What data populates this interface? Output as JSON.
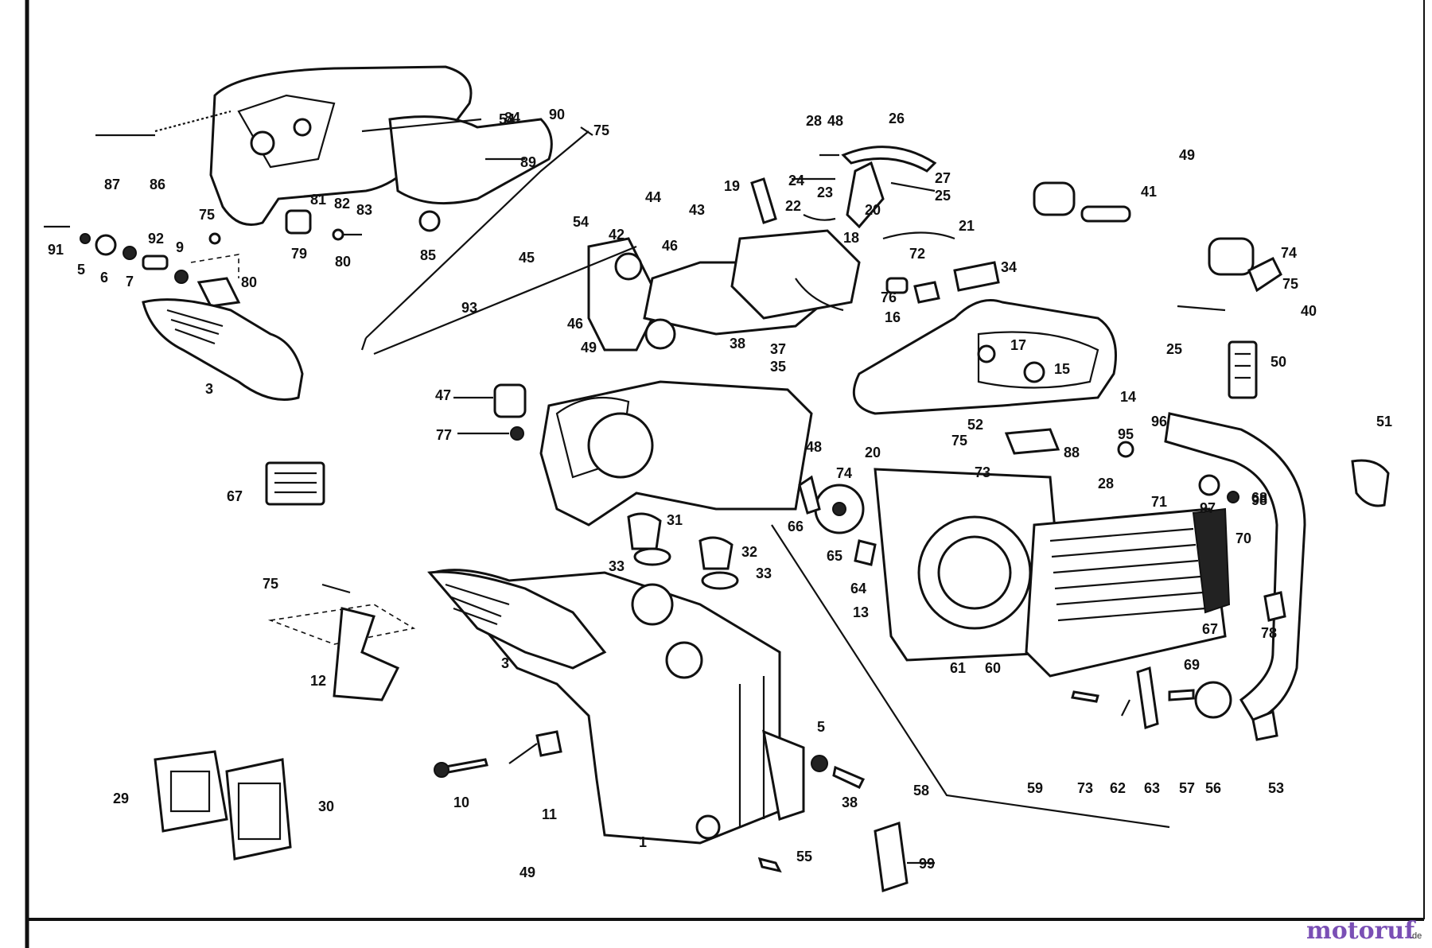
{
  "watermark": {
    "brand": "motoruf",
    "suffix": ".de"
  },
  "labels": [
    "1",
    "3",
    "3",
    "5",
    "5",
    "6",
    "7",
    "9",
    "10",
    "11",
    "12",
    "13",
    "14",
    "15",
    "16",
    "17",
    "18",
    "19",
    "20",
    "20",
    "21",
    "22",
    "23",
    "24",
    "25",
    "25",
    "26",
    "27",
    "28",
    "28",
    "29",
    "30",
    "31",
    "32",
    "33",
    "33",
    "34",
    "35",
    "37",
    "38",
    "38",
    "40",
    "41",
    "42",
    "43",
    "44",
    "45",
    "46",
    "46",
    "47",
    "48",
    "48",
    "49",
    "49",
    "49",
    "50",
    "51",
    "52",
    "53",
    "54",
    "54",
    "55",
    "56",
    "57",
    "58",
    "59",
    "60",
    "61",
    "62",
    "63",
    "64",
    "65",
    "66",
    "67",
    "67",
    "68",
    "69",
    "70",
    "71",
    "72",
    "73",
    "73",
    "74",
    "74",
    "75",
    "75",
    "75",
    "75",
    "75",
    "76",
    "77",
    "78",
    "79",
    "80",
    "80",
    "81",
    "82",
    "83",
    "84",
    "85",
    "86",
    "87",
    "88",
    "89",
    "90",
    "91",
    "92",
    "93",
    "95",
    "96",
    "97",
    "98",
    "99"
  ]
}
